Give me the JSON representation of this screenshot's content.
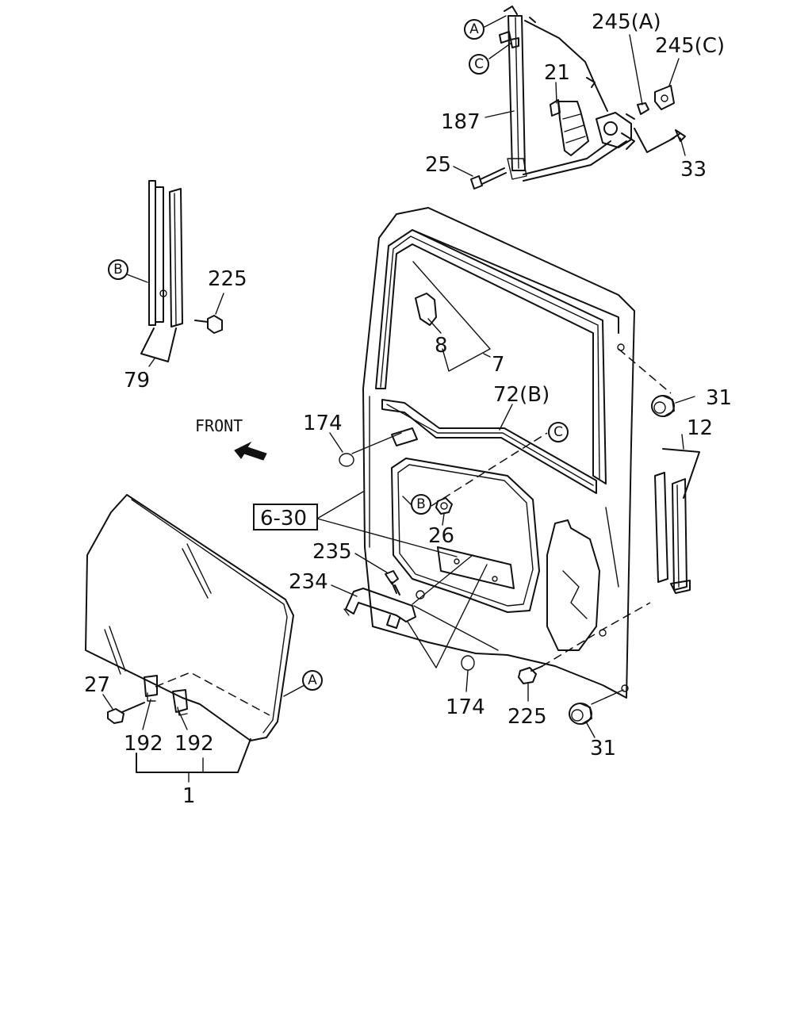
{
  "front_label": "FRONT",
  "ref_box_label": "6-30",
  "circle_refs": [
    "A",
    "C",
    "B",
    "C",
    "B",
    "A"
  ],
  "callouts": [
    "245(A)",
    "245(C)",
    "21",
    "187",
    "25",
    "33",
    "225",
    "79",
    "8",
    "7",
    "72(B)",
    "31",
    "174",
    "12",
    "26",
    "235",
    "234",
    "27",
    "192",
    "192",
    "1",
    "174",
    "225",
    "31"
  ]
}
